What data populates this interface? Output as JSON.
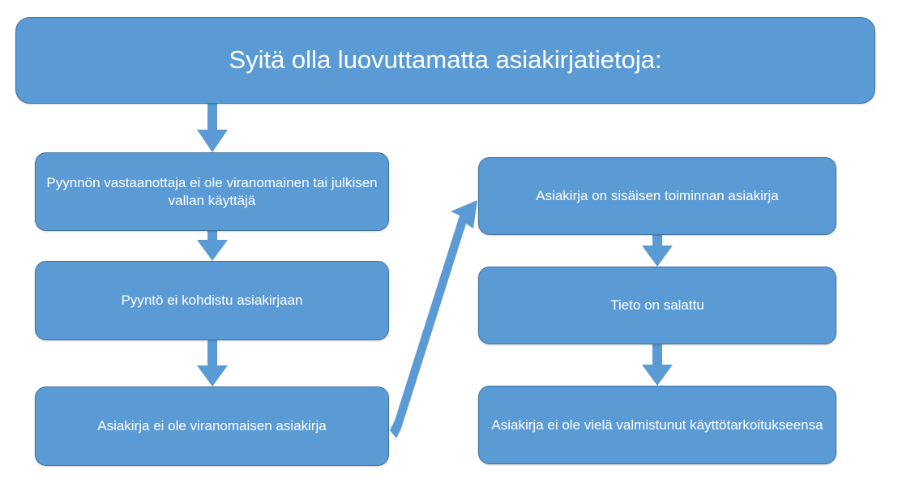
{
  "diagram": {
    "type": "flowchart",
    "background_color": "#FFFFFF",
    "node_fill_color": "#5B9BD5",
    "node_border_color": "#41719C",
    "node_text_color": "#FFFFFF",
    "connector_color": "#5B9BD5",
    "title": {
      "label": "Syitä olla luovuttamatta asiakirjatietoja:"
    },
    "left_column": [
      {
        "label": "Pyynnön vastaanottaja ei ole viranomainen tai julkisen vallan käyttäjä"
      },
      {
        "label": "Pyyntö ei kohdistu asiakirjaan"
      },
      {
        "label": "Asiakirja ei ole viranomaisen asiakirja"
      }
    ],
    "right_column": [
      {
        "label": "Asiakirja on sisäisen toiminnan asiakirja"
      },
      {
        "label": "Tieto on salattu"
      },
      {
        "label": "Asiakirja ei ole vielä valmistunut käyttötarkoitukseensa"
      }
    ]
  }
}
